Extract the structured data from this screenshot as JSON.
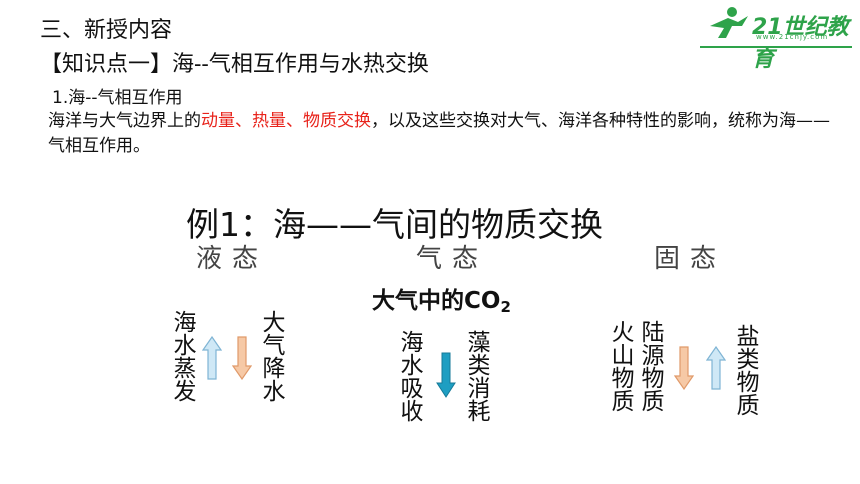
{
  "header": {
    "section_title": "三、新授内容",
    "knowledge_title": "【知识点一】海--气相互作用与水热交换",
    "logo_text": "21世纪教育",
    "logo_sub": "www.21cnjy.com"
  },
  "content": {
    "sub_heading": "1.海--气相互作用",
    "body_part1": "海洋与大气边界上的",
    "body_highlight": "动量、热量、物质交换",
    "body_part2": "，以及这些交换对大气、海洋各种特性的影响，统称为海——气相互作用。"
  },
  "example": {
    "title": "例1：海——气间的物质交换",
    "states": [
      "液态",
      "气态",
      "固态"
    ],
    "co2_title_main": "大气中的CO",
    "co2_title_sub": "2"
  },
  "processes": {
    "liquid_up": "海水蒸发",
    "liquid_down": "大气降水",
    "gas_down": "海水吸收",
    "gas_right": "藻类消耗",
    "solid_down": "火山物质",
    "solid_down2": "陆源物质",
    "solid_up": "盐类物质"
  },
  "colors": {
    "highlight": "#e8231b",
    "arrow_up": "#cfe8f6",
    "arrow_down_orange": "#f6c9a6",
    "arrow_down_teal": "#1e9ec2",
    "brand_green": "#2ea34a"
  }
}
